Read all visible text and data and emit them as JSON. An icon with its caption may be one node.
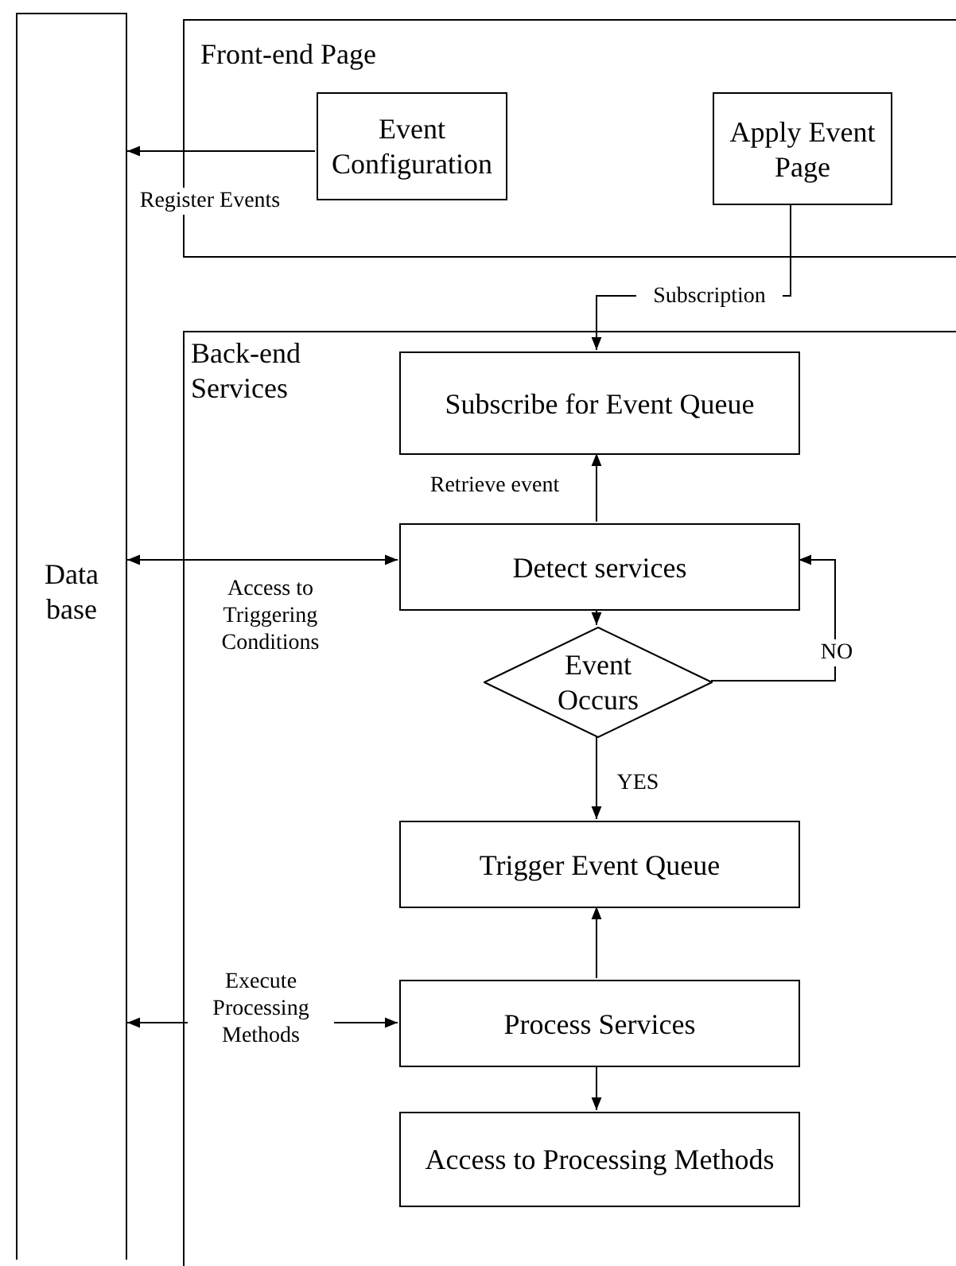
{
  "diagram": {
    "nodes": [
      {
        "text": [
          "Data base"
        ]
      },
      {
        "text": [
          "Front-end Page"
        ]
      },
      {
        "text": [
          "Event Configuration"
        ],
        "in": 1
      },
      {
        "text": [
          "Apply Event Page"
        ],
        "in": 1
      },
      {
        "text": [
          "Back-end Services"
        ]
      },
      {
        "text": [
          "Subscribe for Event Queue"
        ],
        "in": 4
      },
      {
        "text": [
          "Detect services"
        ],
        "in": 4
      },
      {
        "text": [
          "Event Occurs"
        ],
        "in": 4
      },
      {
        "text": [
          "Trigger Event Queue"
        ],
        "in": 4
      },
      {
        "text": [
          "Process Services"
        ],
        "in": 4
      },
      {
        "text": [
          "Access to Processing Methods"
        ],
        "in": 4
      }
    ],
    "edges": [
      {
        "from": 2,
        "to": 0,
        "arrow": "to",
        "label": "Register Events"
      },
      {
        "from": 3,
        "to": 5,
        "arrow": "to",
        "label": "Subscription"
      },
      {
        "from": 6,
        "to": 5,
        "arrow": "to",
        "label": "Retrieve event"
      },
      {
        "from": 6,
        "to": 0,
        "arrow": "both",
        "label": "Access to Triggering Conditions"
      },
      {
        "from": 6,
        "to": 7,
        "arrow": "to"
      },
      {
        "from": 7,
        "to": 6,
        "arrow": "to",
        "label": "NO"
      },
      {
        "from": 7,
        "to": 8,
        "arrow": "to",
        "label": "YES"
      },
      {
        "from": 9,
        "to": 8,
        "arrow": "to"
      },
      {
        "from": 9,
        "to": 0,
        "arrow": "both",
        "label": "Execute Processing Methods"
      },
      {
        "from": 9,
        "to": 10,
        "arrow": "to"
      }
    ]
  }
}
